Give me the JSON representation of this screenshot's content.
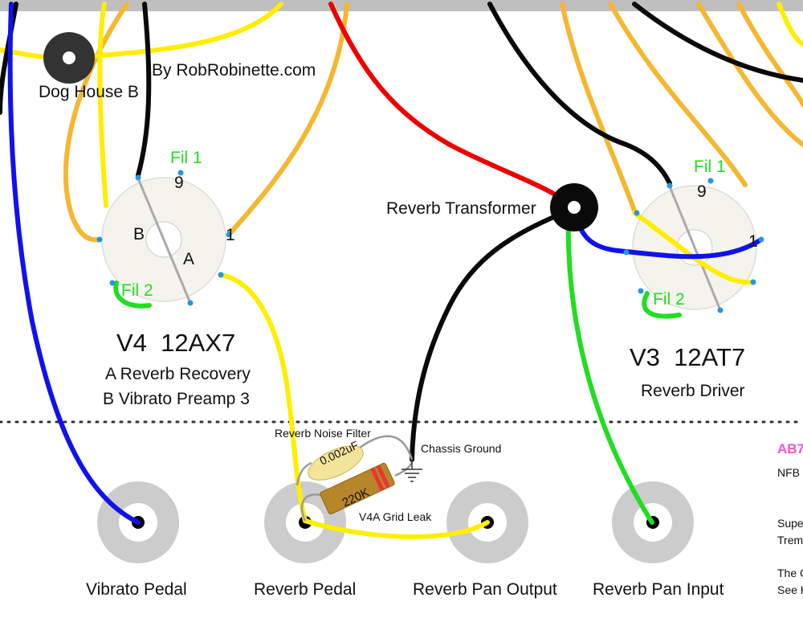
{
  "credit": "By RobRobinette.com",
  "dog_house": "Dog House B",
  "reverb_transformer": "Reverb Transformer",
  "chassis_ground": "Chassis Ground",
  "reverb_noise_filter": "Reverb Noise Filter",
  "v4": {
    "title": "V4  12AX7",
    "line1": "A Reverb Recovery",
    "line2": "B Vibrato Preamp 3",
    "pin9": "9",
    "pin1": "1",
    "fil1": "Fil 1",
    "fil2": "Fil 2",
    "sideA": "A",
    "sideB": "B"
  },
  "v3": {
    "title": "V3  12AT7",
    "line1": "Reverb Driver",
    "pin9": "9",
    "pin1": "1",
    "fil1": "Fil 1",
    "fil2": "Fil 2"
  },
  "capacitor": "0.002uF",
  "resistor": "220K",
  "grid_leak": "V4A Grid Leak",
  "jacks": {
    "vibrato_pedal": "Vibrato Pedal",
    "reverb_pedal": "Reverb Pedal",
    "reverb_pan_output": "Reverb Pan Output",
    "reverb_pan_input": "Reverb Pan Input"
  },
  "side_notes": {
    "heading": "AB7",
    "nfb": "NFB",
    "super": "Supe",
    "trem": "Trem",
    "the": "The C",
    "see": "See H"
  },
  "colors": {
    "yellow": "#ffee00",
    "orange": "#f5b731",
    "black": "#0a0a0a",
    "red": "#ee0000",
    "blue": "#1111ee",
    "green": "#22dd22",
    "top_strip": "#bfbfbf"
  }
}
